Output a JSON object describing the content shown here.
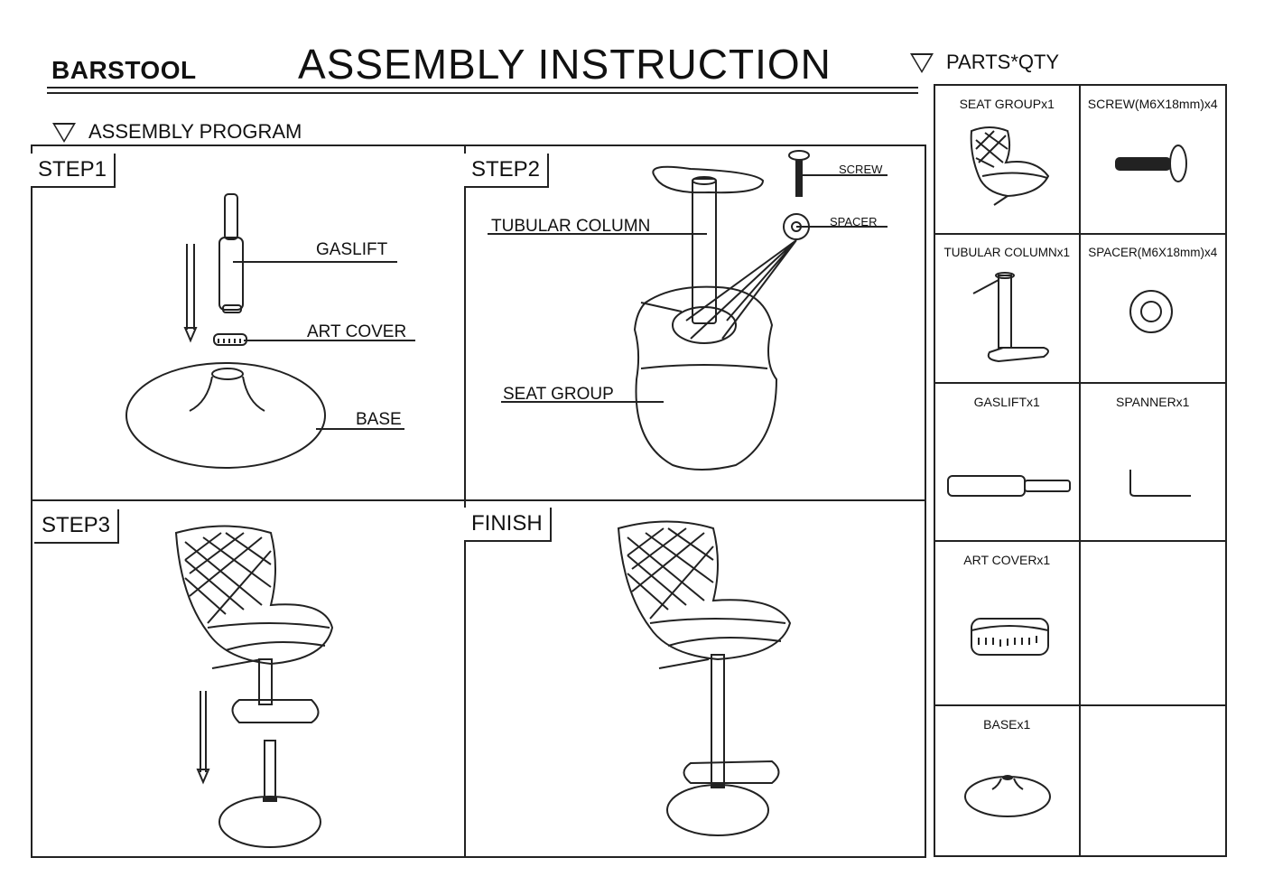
{
  "header": {
    "brand": "BARSTOOL",
    "title": "ASSEMBLY  INSTRUCTION"
  },
  "sections": {
    "program": "ASSEMBLY PROGRAM",
    "parts": "PARTS*QTY"
  },
  "steps": [
    {
      "label": "STEP1",
      "callouts": [
        "GASLIFT",
        "ART COVER",
        "BASE"
      ]
    },
    {
      "label": "STEP2",
      "callouts": [
        "TUBULAR  COLUMN",
        "SCREW",
        "SPACER",
        "SEAT GROUP"
      ]
    },
    {
      "label": "STEP3",
      "callouts": []
    },
    {
      "label": "FINISH",
      "callouts": []
    }
  ],
  "parts": [
    {
      "name": "SEAT GROUPx1",
      "icon": "seat-group-icon"
    },
    {
      "name": "SCREW(M6X18mm)x4",
      "icon": "screw-icon"
    },
    {
      "name": "TUBULAR  COLUMNx1",
      "icon": "tubular-column-icon"
    },
    {
      "name": "SPACER(M6X18mm)x4",
      "icon": "spacer-icon"
    },
    {
      "name": "GASLIFTx1",
      "icon": "gaslift-icon"
    },
    {
      "name": "SPANNERx1",
      "icon": "spanner-icon"
    },
    {
      "name": "ART COVERx1",
      "icon": "art-cover-icon"
    },
    {
      "name": "",
      "icon": ""
    },
    {
      "name": "BASEx1",
      "icon": "base-icon"
    },
    {
      "name": "",
      "icon": ""
    }
  ]
}
